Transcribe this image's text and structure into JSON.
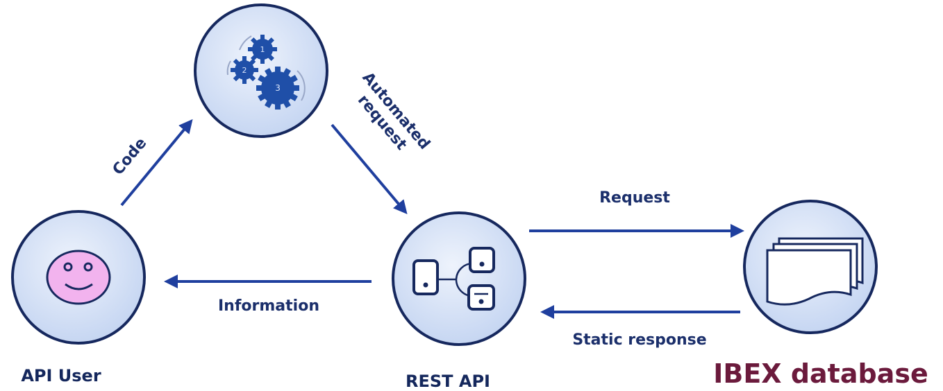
{
  "nodes": {
    "api_user": {
      "label": "API User"
    },
    "rest_api": {
      "label": "REST API"
    },
    "database": {
      "label": "IBEX database"
    },
    "code_process": {
      "label": "",
      "steps": [
        "1",
        "2",
        "3"
      ]
    }
  },
  "edges": {
    "code": "Code",
    "automated_request": [
      "Automated",
      "request"
    ],
    "request": "Request",
    "information": "Information",
    "static_response": "Static response"
  },
  "colors": {
    "arrow": "#1f3f9e",
    "node_fill": "#cfdcf5",
    "node_stroke": "#16285e",
    "gear": "#1f4fa8",
    "face": "#f2b3ee",
    "db_title": "#6b1a3c"
  }
}
